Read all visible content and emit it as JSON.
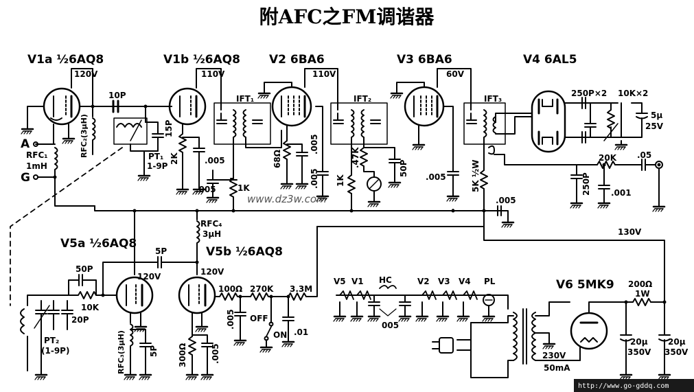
{
  "title": "附AFC之FM调谐器",
  "tubes": {
    "v1a": "V1a ½6AQ8",
    "v1b": "V1b ½6AQ8",
    "v2": "V2 6BA6",
    "v3": "V3 6BA6",
    "v4": "V4 6AL5",
    "v5a": "V5a ½6AQ8",
    "v5b": "V5b ½6AQ8",
    "v6": "V6 5MK9"
  },
  "voltages": {
    "v1a": "120V",
    "v1b": "110V",
    "v2": "110V",
    "v3": "60V",
    "b130": "130V",
    "v5a": "120V",
    "v5b": "120V",
    "tx": "230V",
    "tx_current": "50mA"
  },
  "inputs": {
    "a": "A",
    "g": "G"
  },
  "components": {
    "c10p": "10P",
    "rfc1": "RFC₁",
    "rfc1_val": "1mH",
    "rfc2": "RFC₂(3μH)",
    "c15p": "15P",
    "pt1": "PT₁",
    "pt1_val": "1-9P",
    "r2k": "2K",
    "c005a": ".005",
    "c005b": ".005",
    "r1k_a": "1K",
    "ift1": "IFT₁",
    "ift2": "IFT₂",
    "ift3": "IFT₃",
    "r68": "68Ω",
    "c005c": ".005",
    "c005d": ".005",
    "r1k_b": "1K",
    "r47k": ".47K",
    "c50p_a": "50P",
    "c005e": ".005",
    "r5k": "5K ½W",
    "c250p_pair": "250P×2",
    "r10k_pair": "10K×2",
    "c5u": "5μ",
    "c5u_v": "25V",
    "r20k": "20K",
    "c05": ".05",
    "c250p": "250P",
    "c001": ".001",
    "c005_bus": ".005",
    "rfc4": "RFC₄",
    "rfc4_val": "3μH",
    "c5p_a": "5P",
    "c50p_b": "50P",
    "r10k": "10K",
    "c20p": "20P",
    "pt2": "PT₂",
    "pt2_val": "(1-9P)",
    "rfc3": "RFC₃(3μH)",
    "c5p_b": "5P",
    "r300": "300Ω",
    "c005f": ".005",
    "r100": "100Ω",
    "r270k": "270K",
    "r33m": "3.3M",
    "c005g": ".005",
    "c01": ".01",
    "sw_off": "OFF",
    "sw_on": "ON",
    "heater_v5": "V5",
    "heater_v1": "V1",
    "heater_hc": "HC",
    "heater_v2": "V2",
    "heater_v3": "V3",
    "heater_v4": "V4",
    "heater_pl": "PL",
    "c005_hc": "005",
    "r200": "200Ω",
    "r200_w": "1W",
    "c20u_a": "20μ",
    "c20u_a_v": "350V",
    "c20u_b": "20μ",
    "c20u_b_v": "350V"
  },
  "watermark": "www.dz3w.com",
  "footer_url": "http://www.go-gddq.com"
}
